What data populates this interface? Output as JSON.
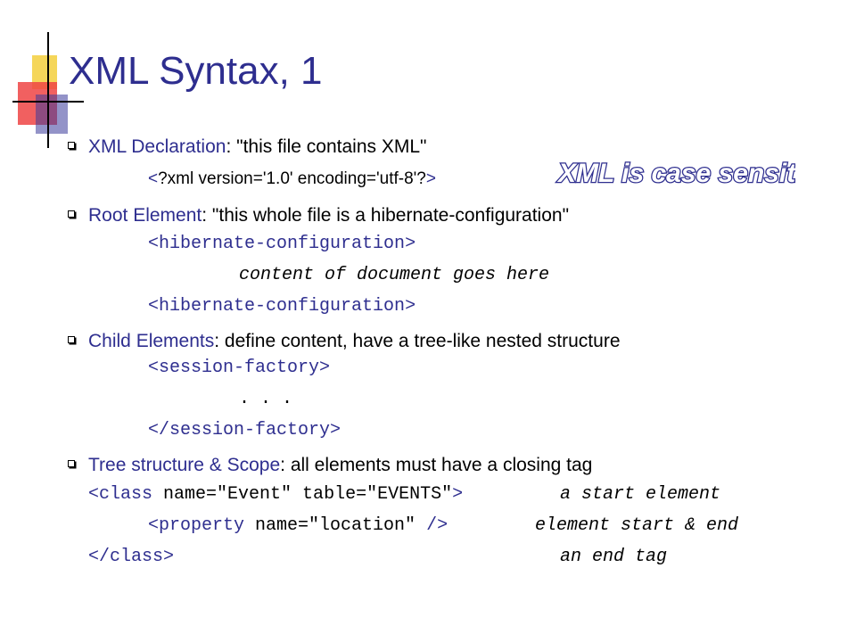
{
  "slide": {
    "title": "XML Syntax, 1",
    "callout": "XML is case sensitive",
    "colors": {
      "title": "#2e2e8f",
      "keyword": "#2e2e8f",
      "text": "#000000",
      "decoration_yellow": "#f5d65a",
      "decoration_red": "#ee4444",
      "decoration_blue": "#3a3a9a"
    },
    "bullets": {
      "declaration": {
        "term": "XML Declaration",
        "desc": ": \"this file contains XML\"",
        "code_open": "<",
        "code_text": "?xml version='1.0' encoding='utf-8'?",
        "code_close": ">"
      },
      "root": {
        "term": "Root Element",
        "desc": ": \"this whole file is a hibernate-configuration\"",
        "open_lt": "<",
        "open_tag": "hibernate-configuration",
        "open_gt": ">",
        "content": "content of document goes here",
        "close_lt": "<",
        "close_tag": "hibernate-configuration",
        "close_gt": ">"
      },
      "child": {
        "term": "Child Elements",
        "desc": ": define content, have a tree-like nested structure",
        "open_lt": "<",
        "open_tag": "session-factory",
        "open_gt": ">",
        "ellipsis": ". . .",
        "close_lt": "</",
        "close_tag": "session-factory",
        "close_gt": ">"
      },
      "tree": {
        "term": "Tree structure & Scope",
        "desc": ": all elements must have a closing tag",
        "l1_lt": "<",
        "l1_tag": "class",
        "l1_attrs": " name=\"Event\" table=\"EVENTS\"",
        "l1_gt": ">",
        "l1_note": "a start element",
        "l2_lt": "<",
        "l2_tag": "property",
        "l2_attrs": " name=\"location\" ",
        "l2_gt": "/>",
        "l2_note": "element start & end",
        "l3_lt": "</",
        "l3_tag": "class",
        "l3_gt": ">",
        "l3_note": "an end tag"
      }
    }
  }
}
